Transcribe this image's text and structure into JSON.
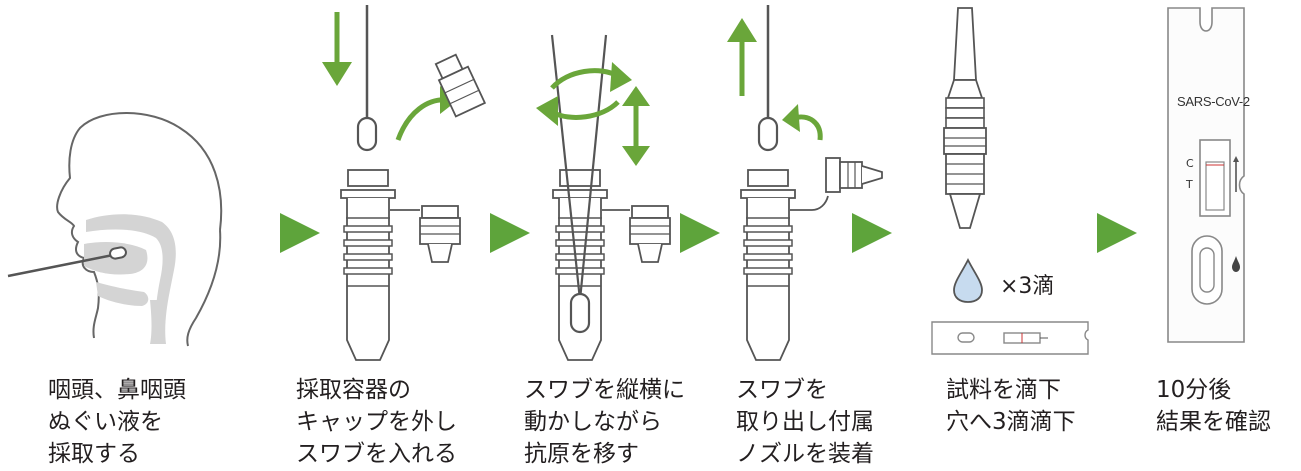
{
  "steps": [
    {
      "caption": [
        "咽頭、鼻咽頭",
        "ぬぐい液を",
        "採取する"
      ]
    },
    {
      "caption": [
        "採取容器の",
        "キャップを外し",
        "スワブを入れる"
      ]
    },
    {
      "caption": [
        "スワブを縦横に",
        "動かしながら",
        "抗原を移す"
      ]
    },
    {
      "caption": [
        "スワブを",
        "取り出し付属",
        "ノズルを装着"
      ]
    },
    {
      "caption": [
        "試料を滴下",
        "穴へ3滴滴下"
      ]
    },
    {
      "caption": [
        "10分後",
        "結果を確認"
      ]
    }
  ],
  "drop_label": "×3滴",
  "cassette": {
    "title": "SARS-CoV-2",
    "control_label": "C",
    "test_label": "T"
  },
  "colors": {
    "arrow_green": "#6aa63a",
    "triangle_green": "#5ea43b",
    "line_gray": "#555555",
    "tissue_gray": "#d4d4d4",
    "drop_blue": "#c7dbef"
  },
  "icons": [
    "head-profile-icon",
    "down-arrow-icon",
    "up-arrow-icon",
    "curved-arrow-icon",
    "rotate-arrows-icon",
    "swab-icon",
    "tube-icon",
    "nozzle-icon",
    "droplet-icon",
    "test-cassette-icon",
    "next-step-triangle-icon"
  ]
}
